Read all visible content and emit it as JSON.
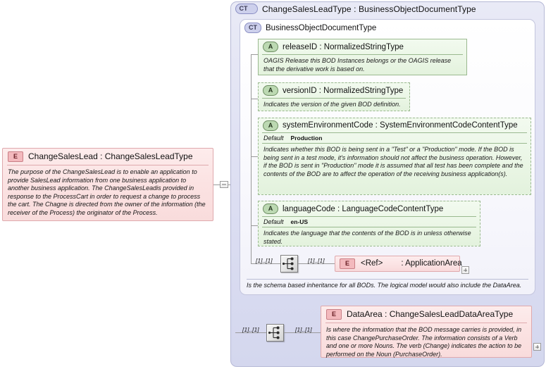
{
  "diagram": {
    "type": "xsd-schema-documentation",
    "root_element": {
      "icon": "element-icon",
      "icon_label": "E",
      "name": "ChangeSalesLead",
      "separator": ":",
      "type": "ChangeSalesLeadType",
      "title": "ChangeSalesLead : ChangeSalesLeadType",
      "documentation": "The purpose of the ChangeSalesLead is to enable an application to provide SalesLead information from one business application to another business application. The ChangeSalesLeadis provided in response to the ProcessCart in order to request a change to process the cart. The Chagne is directed from the owner of the information (the receiver of the Process) the originator of the Process."
    },
    "complex_type": {
      "icon": "complextype-expanded-icon",
      "icon_label": "CT",
      "plus_label": "+",
      "title": "ChangeSalesLeadType : BusinessObjectDocumentType"
    },
    "base_type": {
      "icon": "complextype-icon",
      "icon_label": "CT",
      "title": "BusinessObjectDocumentType",
      "documentation": "Is the schema based inheritance for all BODs. The logical model would also include the DataArea."
    },
    "attributes": [
      {
        "icon": "attribute-icon",
        "icon_label": "A",
        "name": "releaseID",
        "type": "NormalizedStringType",
        "title": "releaseID : NormalizedStringType",
        "required": true,
        "default_label": null,
        "default_value": null,
        "documentation": "OAGIS Release this BOD Instances belongs or the OAGIS release that the derivative work is based on."
      },
      {
        "icon": "attribute-icon",
        "icon_label": "A",
        "name": "versionID",
        "type": "NormalizedStringType",
        "title": "versionID : NormalizedStringType",
        "required": false,
        "default_label": null,
        "default_value": null,
        "documentation": "Indicates the version of the given BOD definition."
      },
      {
        "icon": "attribute-icon",
        "icon_label": "A",
        "name": "systemEnvironmentCode",
        "type": "SystemEnvironmentCodeContentType",
        "title": "systemEnvironmentCode : SystemEnvironmentCodeContentType",
        "required": false,
        "default_label": "Default",
        "default_value": "Production",
        "documentation": "Indicates whether this BOD is being sent in a \"Test\" or a \"Production\" mode. If the BOD is being sent in a test mode, it's information should not affect the business operation. However, if the BOD is sent in \"Production\" mode it is assumed that all test has been complete and the contents of the BOD are to affect the operation of the receiving business application(s)."
      },
      {
        "icon": "attribute-icon",
        "icon_label": "A",
        "name": "languageCode",
        "type": "LanguageCodeContentType",
        "title": "languageCode : LanguageCodeContentType",
        "required": false,
        "default_label": "Default",
        "default_value": "en-US",
        "documentation": "Indicates the language that the contents of the BOD is in unless otherwise stated."
      }
    ],
    "particles": [
      {
        "compositor": "sequence",
        "compositor_icon": "sequence-icon",
        "cardinality_left": "[1]..[1]",
        "cardinality_right": "[1]..[1]",
        "element": {
          "icon": "element-icon",
          "icon_label": "E",
          "name": "<Ref>",
          "separator": ":",
          "type": "ApplicationArea",
          "expand_icon": "plus-expand-icon",
          "expand_label": "+"
        }
      },
      {
        "compositor": "sequence",
        "compositor_icon": "sequence-icon",
        "cardinality_left": "[1]..[1]",
        "cardinality_right": "[1]..[1]",
        "element": {
          "icon": "element-icon",
          "icon_label": "E",
          "name": "DataArea",
          "separator": ":",
          "type": "ChangeSalesLeadDataAreaType",
          "title": "DataArea : ChangeSalesLeadDataAreaType",
          "expand_icon": "plus-expand-icon",
          "expand_label": "+",
          "documentation": "Is where the information that the BOD message carries is provided, in this case ChangePurchaseOrder. The information consists of a Verb and one or more Nouns. The verb (Change) indicates the action to be performed on the Noun (PurchaseOrder)."
        }
      }
    ],
    "root_collapse": {
      "icon": "minus-collapse-icon",
      "label": "-"
    },
    "colors": {
      "element_fill": "#fbe2e2",
      "element_border": "#dfa9ad",
      "attribute_fill": "#eaf6e5",
      "attribute_border": "#9ab98f",
      "complextype_outer_fill": "#dcdef2",
      "complextype_outer_border": "#b5b8d6",
      "complextype_inner_fill": "#f6f6fc",
      "complextype_inner_border": "#c3c5dd",
      "connector": "#9a9a9a"
    }
  }
}
